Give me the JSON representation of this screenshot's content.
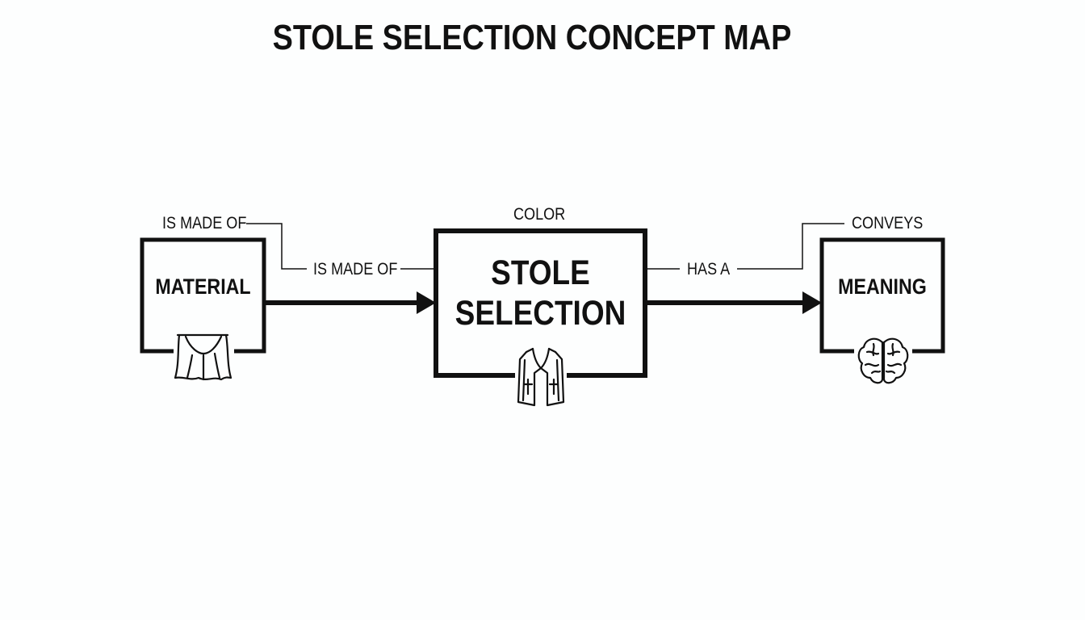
{
  "title": "STOLE SELECTION CONCEPT MAP",
  "colors": {
    "ink": "#111111",
    "background": "#fdfefe"
  },
  "nodes": {
    "material": {
      "label": "MATERIAL",
      "icon": "fabric-drape-icon"
    },
    "stole_selection": {
      "label_line1": "STOLE",
      "label_line2": "SELECTION",
      "icon": "clergy-stole-icon"
    },
    "meaning": {
      "label": "MEANING",
      "icon": "brain-icon"
    }
  },
  "links": {
    "material_top_label": "IS MADE OF",
    "material_to_stole_label": "IS MADE OF",
    "stole_top_label": "COLOR",
    "stole_to_meaning_label": "HAS A",
    "meaning_top_label": "CONVEYS"
  }
}
